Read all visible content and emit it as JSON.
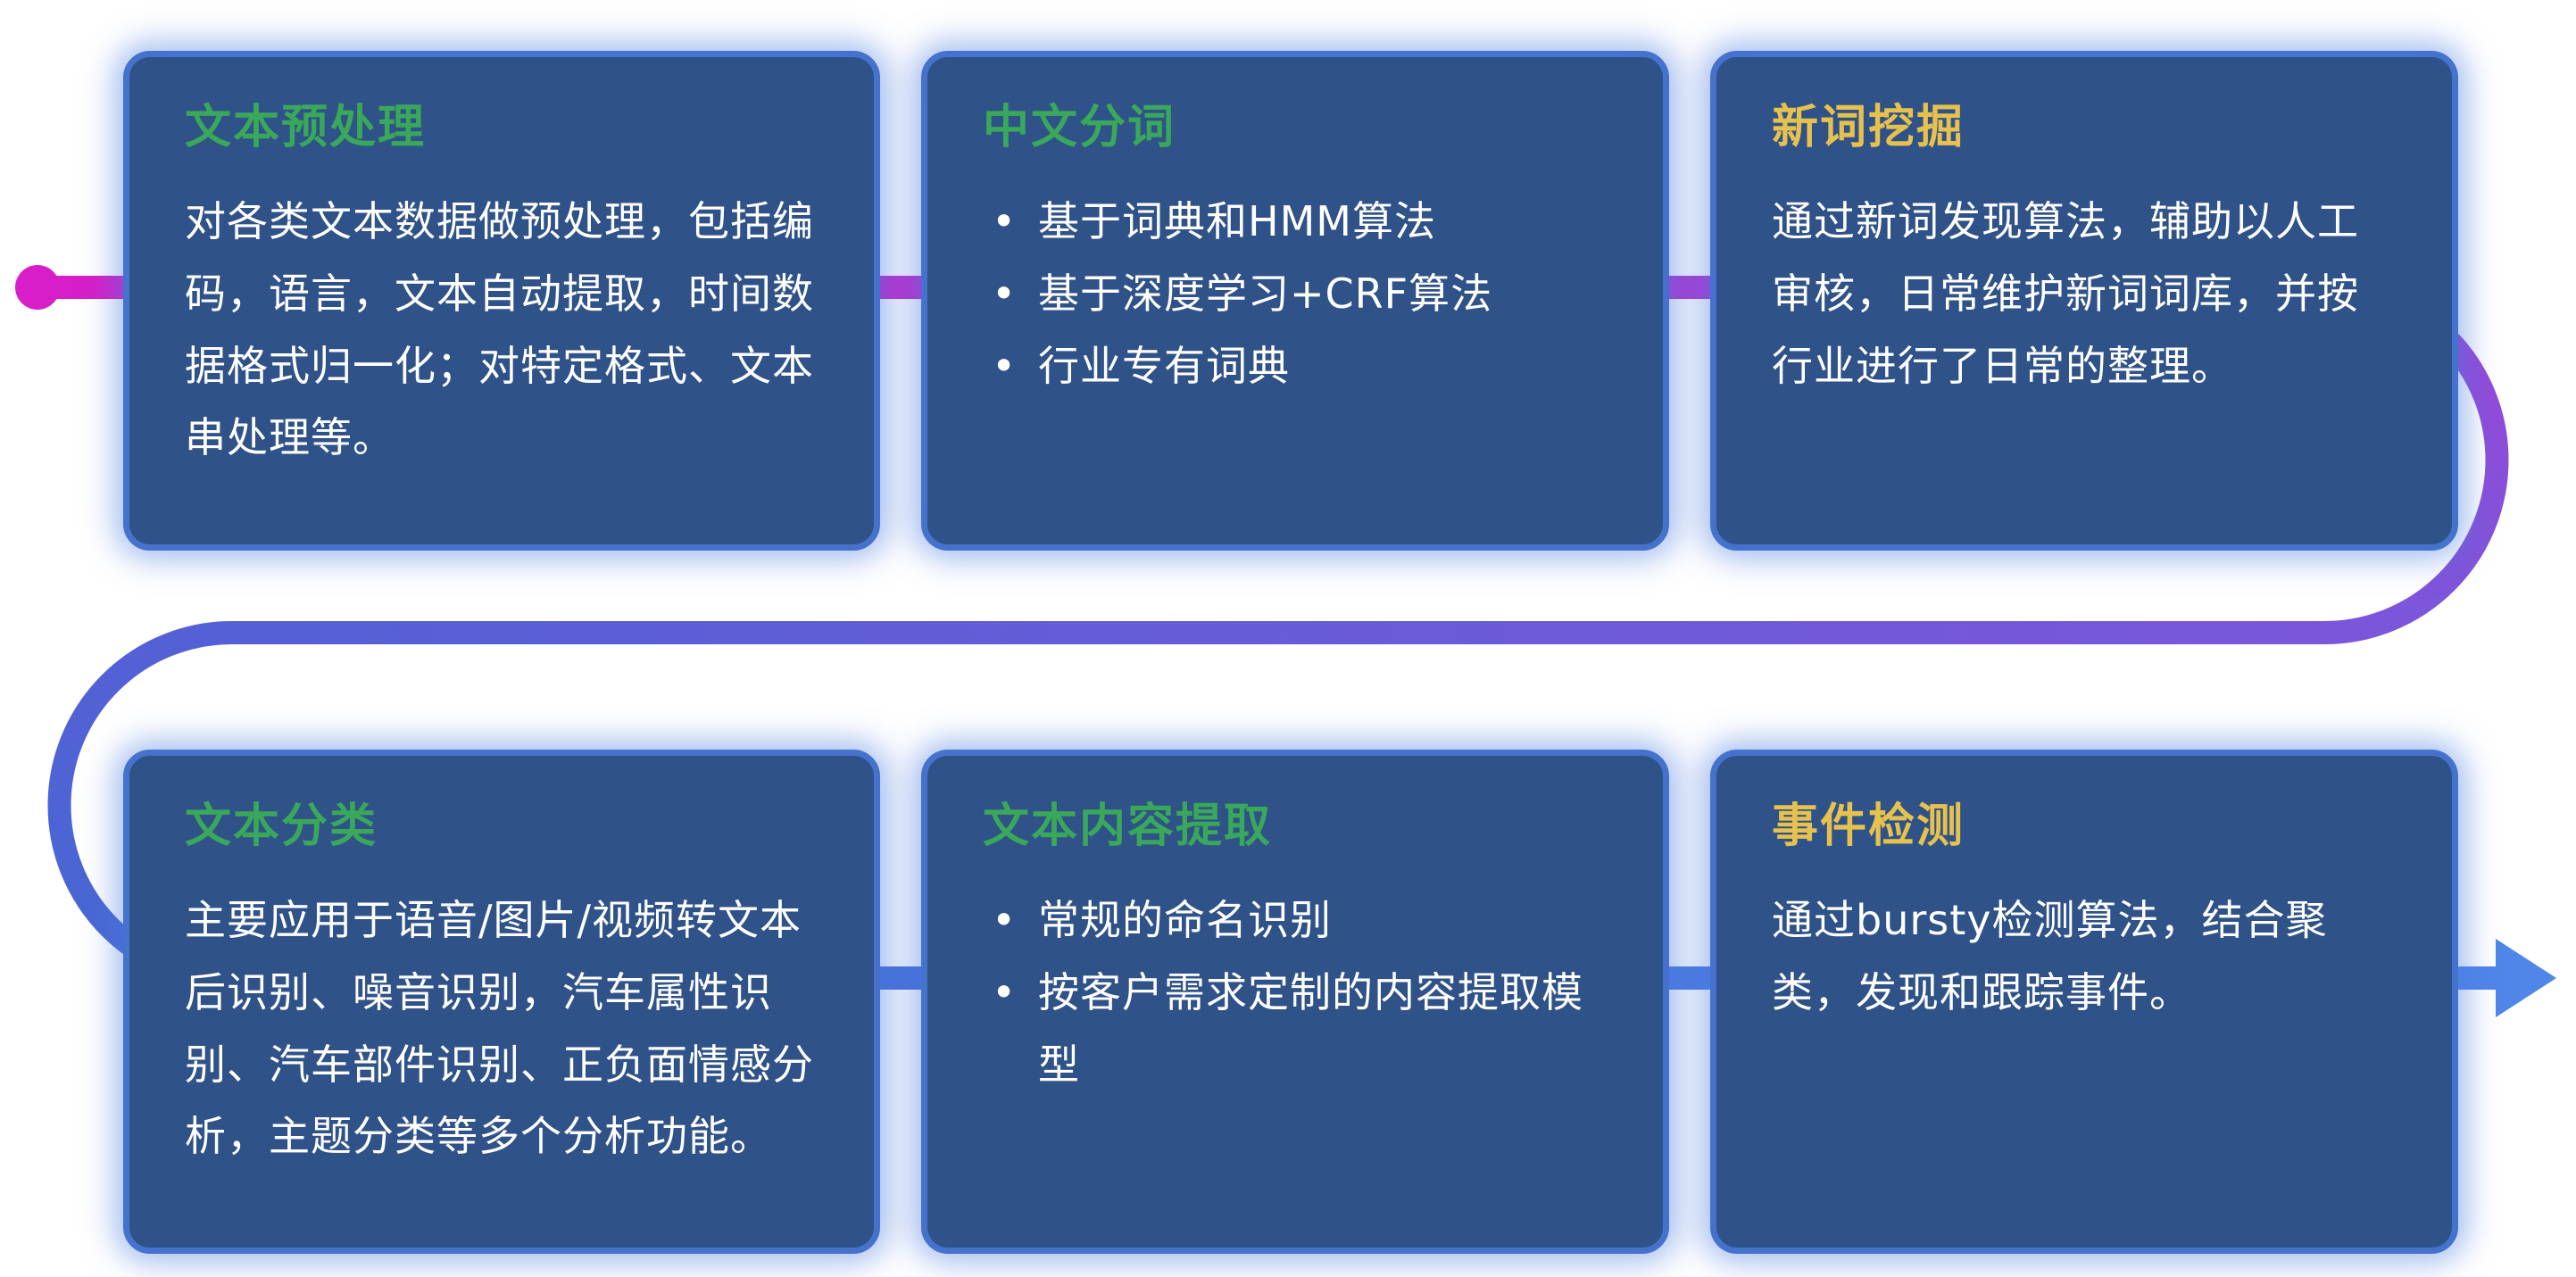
{
  "diagram": {
    "bullet_char": "•",
    "colors": {
      "card_background": "#2F5288",
      "card_border": "#4472CC",
      "card_glow": "#4A7CE0",
      "title_green": "#3AA85A",
      "title_yellow": "#E6C14D",
      "body_text": "#FFFFFF"
    },
    "flow": {
      "start_color": "#D81EC8",
      "purple": "#9C46D8",
      "violet": "#7A57DA",
      "indigo": "#5560D6",
      "blue": "#4668D2",
      "arrow_blue": "#4F86E8"
    },
    "cards": [
      {
        "id": "text-preprocessing",
        "title": "文本预处理",
        "title_color": "#3AA85A",
        "body": "对各类文本数据做预处理，包括编码，语言，文本自动提取，时间数据格式归一化；对特定格式、文本串处理等。"
      },
      {
        "id": "chinese-word-segmentation",
        "title": "中文分词",
        "title_color": "#3AA85A",
        "bullets": [
          "基于词典和HMM算法",
          "基于深度学习+CRF算法",
          "行业专有词典"
        ]
      },
      {
        "id": "new-word-mining",
        "title": "新词挖掘",
        "title_color": "#E6C14D",
        "body": "通过新词发现算法，辅助以人工审核，日常维护新词词库，并按行业进行了日常的整理。"
      },
      {
        "id": "text-classification",
        "title": "文本分类",
        "title_color": "#3AA85A",
        "body": "主要应用于语音/图片/视频转文本后识别、噪音识别，汽车属性识别、汽车部件识别、正负面情感分析，主题分类等多个分析功能。"
      },
      {
        "id": "text-content-extraction",
        "title": "文本内容提取",
        "title_color": "#3AA85A",
        "bullets": [
          "常规的命名识别",
          "按客户需求定制的内容提取模型"
        ]
      },
      {
        "id": "event-detection",
        "title": "事件检测",
        "title_color": "#E6C14D",
        "body": "通过bursty检测算法，结合聚类，发现和跟踪事件。"
      }
    ]
  }
}
